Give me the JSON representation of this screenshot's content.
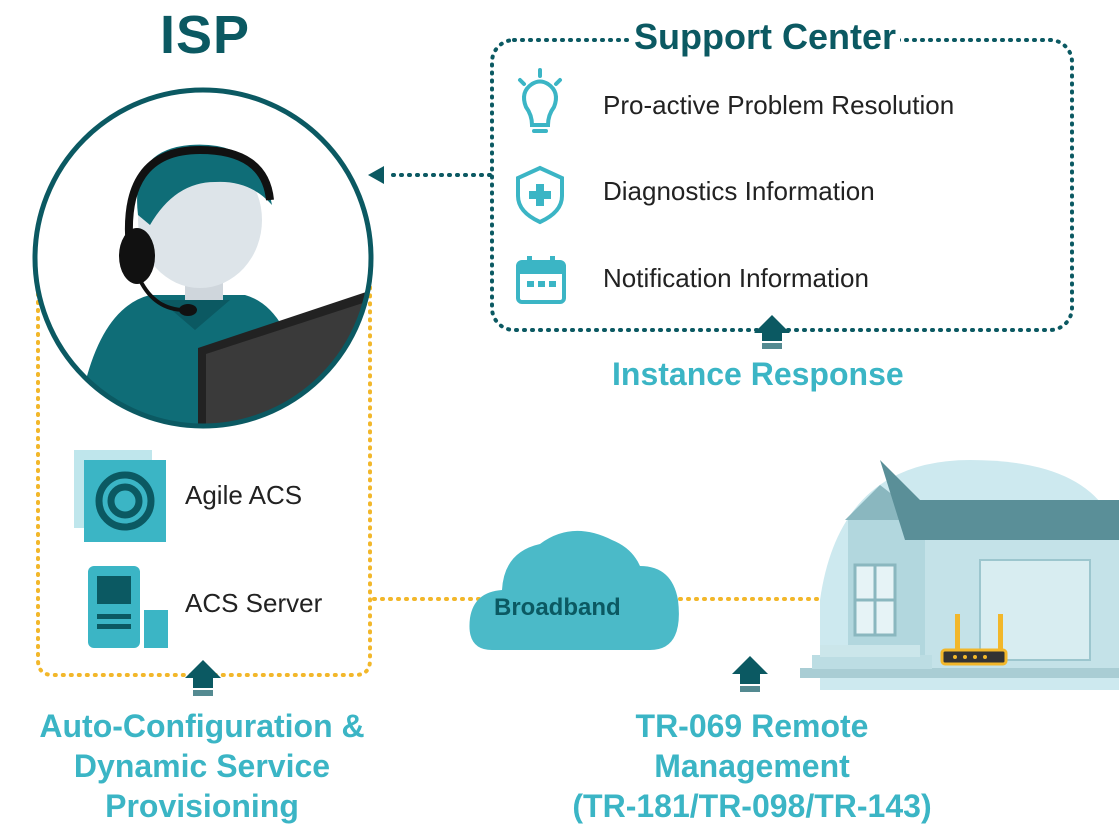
{
  "isp": {
    "title": "ISP"
  },
  "support_center": {
    "title": "Support Center",
    "features": [
      {
        "label": "Pro-active Problem Resolution",
        "icon": "lightbulb-icon"
      },
      {
        "label": "Diagnostics Information",
        "icon": "shield-plus-icon"
      },
      {
        "label": "Notification Information",
        "icon": "calendar-icon"
      }
    ]
  },
  "instance_response": "Instance Response",
  "acs": {
    "agile_label": "Agile ACS",
    "server_label": "ACS Server"
  },
  "broadband_label": "Broadband",
  "captions": {
    "left": [
      "Auto-Configuration &",
      "Dynamic Service",
      "Provisioning"
    ],
    "right": [
      "TR-069 Remote",
      "Management",
      "(TR-181/TR-098/TR-143)"
    ]
  },
  "colors": {
    "dark_teal": "#0b5962",
    "light_teal": "#3bb5c5",
    "accent_yellow": "#f2b72a"
  }
}
